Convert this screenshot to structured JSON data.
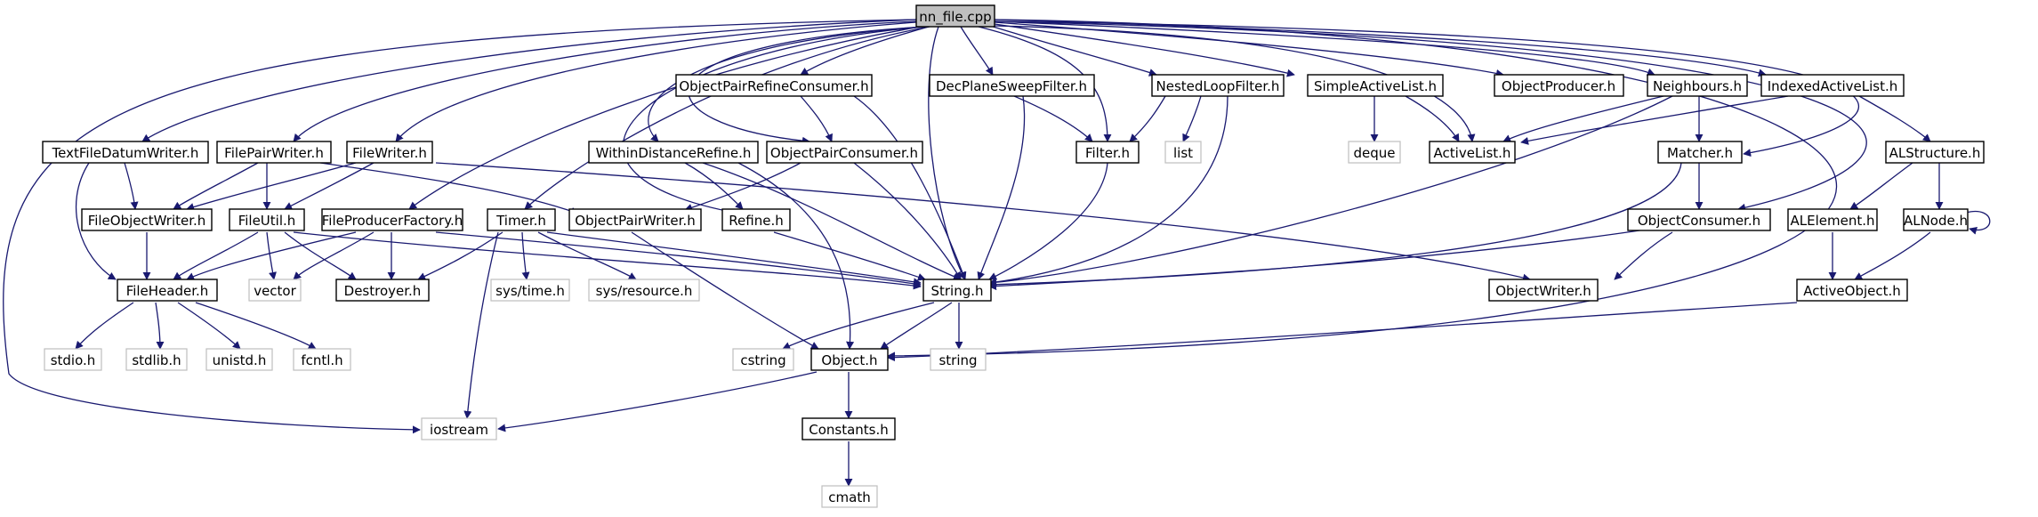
{
  "colors": {
    "edge": "#191970",
    "root_fill": "#bfbfbf",
    "system_border": "#bfbfbf",
    "node_border": "#000000"
  },
  "nodes": {
    "nn_file": "nn_file.cpp",
    "ObjectPairRefineConsumer": "ObjectPairRefineConsumer.h",
    "DecPlaneSweepFilter": "DecPlaneSweepFilter.h",
    "NestedLoopFilter": "NestedLoopFilter.h",
    "SimpleActiveList": "SimpleActiveList.h",
    "ObjectProducer": "ObjectProducer.h",
    "Neighbours": "Neighbours.h",
    "IndexedActiveList": "IndexedActiveList.h",
    "TextFileDatumWriter": "TextFileDatumWriter.h",
    "FilePairWriter": "FilePairWriter.h",
    "FileWriter": "FileWriter.h",
    "WithinDistanceRefine": "WithinDistanceRefine.h",
    "ObjectPairConsumer": "ObjectPairConsumer.h",
    "Filter": "Filter.h",
    "list": "list",
    "deque": "deque",
    "ActiveList": "ActiveList.h",
    "Matcher": "Matcher.h",
    "ALStructure": "ALStructure.h",
    "FileObjectWriter": "FileObjectWriter.h",
    "FileUtil": "FileUtil.h",
    "FileProducerFactory": "FileProducerFactory.h",
    "Timer": "Timer.h",
    "ObjectPairWriter": "ObjectPairWriter.h",
    "Refine": "Refine.h",
    "ObjectConsumer": "ObjectConsumer.h",
    "ALElement": "ALElement.h",
    "ALNode": "ALNode.h",
    "FileHeader": "FileHeader.h",
    "vector": "vector",
    "Destroyer": "Destroyer.h",
    "systime": "sys/time.h",
    "sysresource": "sys/resource.h",
    "String": "String.h",
    "ObjectWriter": "ObjectWriter.h",
    "ActiveObject": "ActiveObject.h",
    "stdio": "stdio.h",
    "stdlib": "stdlib.h",
    "unistd": "unistd.h",
    "fcntl": "fcntl.h",
    "cstring": "cstring",
    "Object": "Object.h",
    "string": "string",
    "Constants": "Constants.h",
    "iostream": "iostream",
    "cmath": "cmath"
  }
}
